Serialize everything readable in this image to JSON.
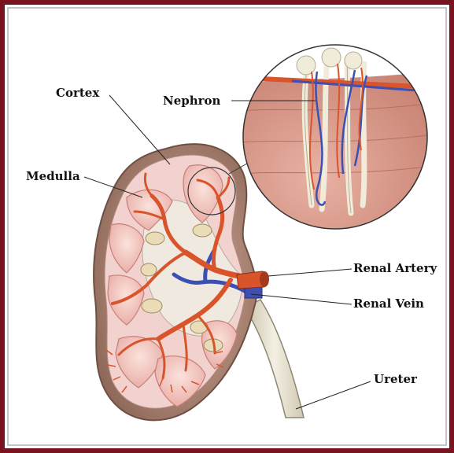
{
  "labels": {
    "cortex": "Cortex",
    "nephron": "Nephron",
    "medulla": "Medulla",
    "renal_artery": "Renal Artery",
    "renal_vein": "Renal Vein",
    "ureter": "Ureter"
  },
  "colors": {
    "frame": "#7a1320",
    "capsule": "#b38a78",
    "cortex": "#f2d2ce",
    "pyramid": "#f6c9c0",
    "artery": "#d9542a",
    "vein": "#3d4fb3",
    "ureter": "#e9e4d4"
  }
}
